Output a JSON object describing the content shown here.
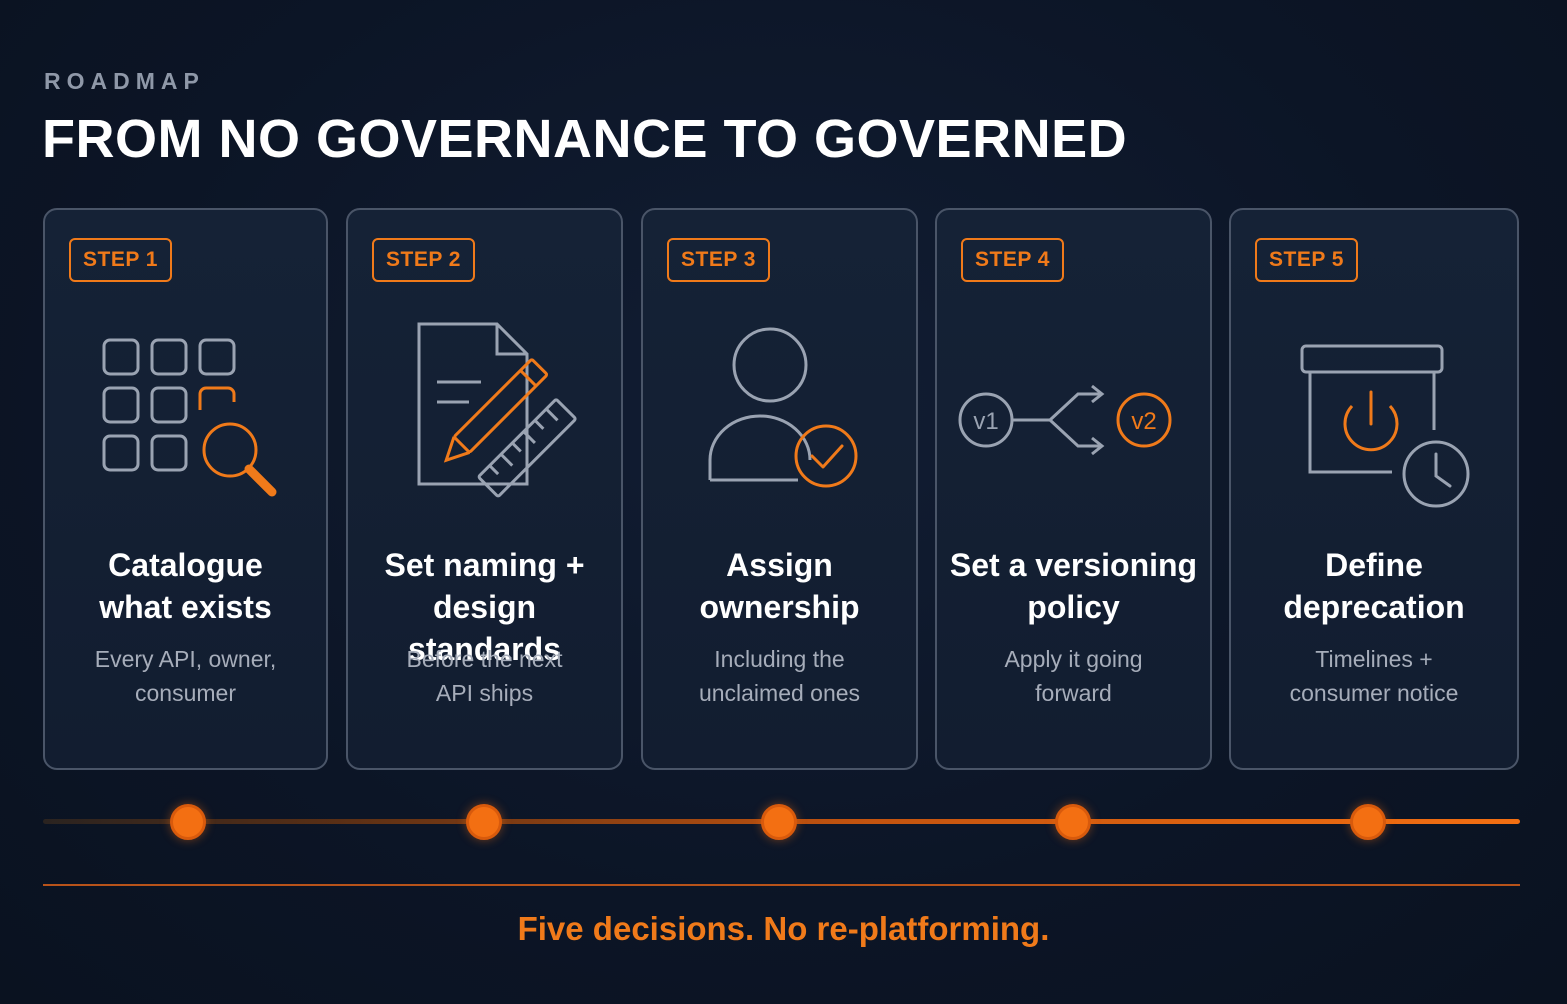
{
  "header": {
    "eyebrow": "ROADMAP",
    "title": "FROM NO GOVERNANCE TO GOVERNED"
  },
  "steps": [
    {
      "badge": "STEP 1",
      "title": "Catalogue\nwhat exists",
      "subtitle": "Every API, owner,\nconsumer",
      "icon": "catalogue-search-icon"
    },
    {
      "badge": "STEP 2",
      "title": "Set naming +\ndesign standards",
      "subtitle": "Before the next\nAPI ships",
      "icon": "document-pencil-ruler-icon"
    },
    {
      "badge": "STEP 3",
      "title": "Assign\nownership",
      "subtitle": "Including the\nunclaimed ones",
      "icon": "user-check-icon"
    },
    {
      "badge": "STEP 4",
      "title": "Set a versioning\npolicy",
      "subtitle": "Apply it going\nforward",
      "icon": "version-branch-icon",
      "icon_labels": [
        "v1",
        "v2"
      ]
    },
    {
      "badge": "STEP 5",
      "title": "Define\ndeprecation",
      "subtitle": "Timelines +\nconsumer notice",
      "icon": "archive-power-clock-icon"
    }
  ],
  "footer": {
    "tagline": "Five decisions. No re-platforming."
  },
  "colors": {
    "accent": "#f07a1a",
    "background": "#0c1526",
    "card_border": "#4a5568",
    "icon_gray": "#9aa3b2"
  }
}
